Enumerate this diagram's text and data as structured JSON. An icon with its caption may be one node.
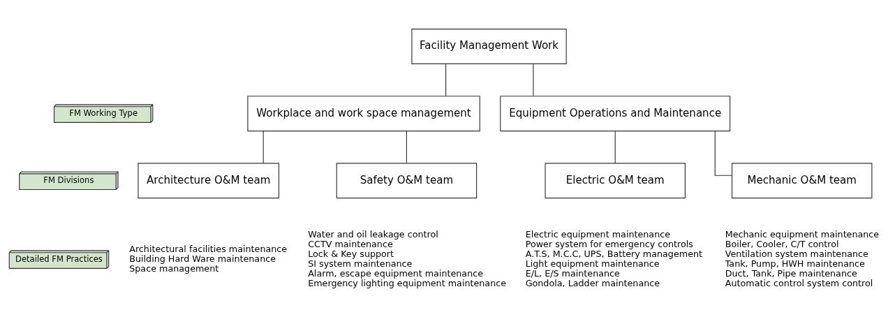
{
  "diagram": {
    "nodes": [
      {
        "text": [
          "Facility Management Work"
        ]
      },
      {
        "text": [
          "Workplace and work space management"
        ]
      },
      {
        "text": [
          "Equipment Operations and Maintenance"
        ]
      },
      {
        "text": [
          "Architecture O&M team"
        ],
        "beside": [
          "Architectural facilities maintenance",
          "Building Hard Ware maintenance",
          "Space management"
        ]
      },
      {
        "text": [
          "Safety O&M team"
        ],
        "beside": [
          "Water and oil leakage control",
          "CCTV maintenance",
          "Lock & Key support",
          "SI system maintenance",
          "Alarm, escape equipment maintenance",
          "Emergency lighting equipment maintenance"
        ]
      },
      {
        "text": [
          "Electric O&M team"
        ],
        "beside": [
          "Electric equipment maintenance",
          "Power system for emergency controls",
          "A.T.S, M.C.C, UPS, Battery management",
          "Light equipment maintenance",
          "E/L, E/S maintenance",
          "Gondola, Ladder maintenance"
        ]
      },
      {
        "text": [
          "Mechanic O&M team"
        ],
        "beside": [
          "Mechanic equipment maintenance",
          "Boiler, Cooler, C/T control",
          "Ventilation system maintenance",
          "Tank, Pump, HWH maintenance",
          "Duct, Tank, Pipe maintenance",
          "Automatic control system control"
        ]
      },
      {
        "text": [
          "FM Working Type"
        ]
      },
      {
        "text": [
          "FM Divisions"
        ]
      },
      {
        "text": [
          "Detailed FM Practices"
        ]
      }
    ],
    "edges": [
      {
        "from": 0,
        "to": 1,
        "arrow": "none"
      },
      {
        "from": 0,
        "to": 2,
        "arrow": "none"
      },
      {
        "from": 1,
        "to": 3,
        "arrow": "none"
      },
      {
        "from": 1,
        "to": 4,
        "arrow": "none"
      },
      {
        "from": 2,
        "to": 5,
        "arrow": "none"
      },
      {
        "from": 2,
        "to": 6,
        "arrow": "none"
      }
    ]
  }
}
